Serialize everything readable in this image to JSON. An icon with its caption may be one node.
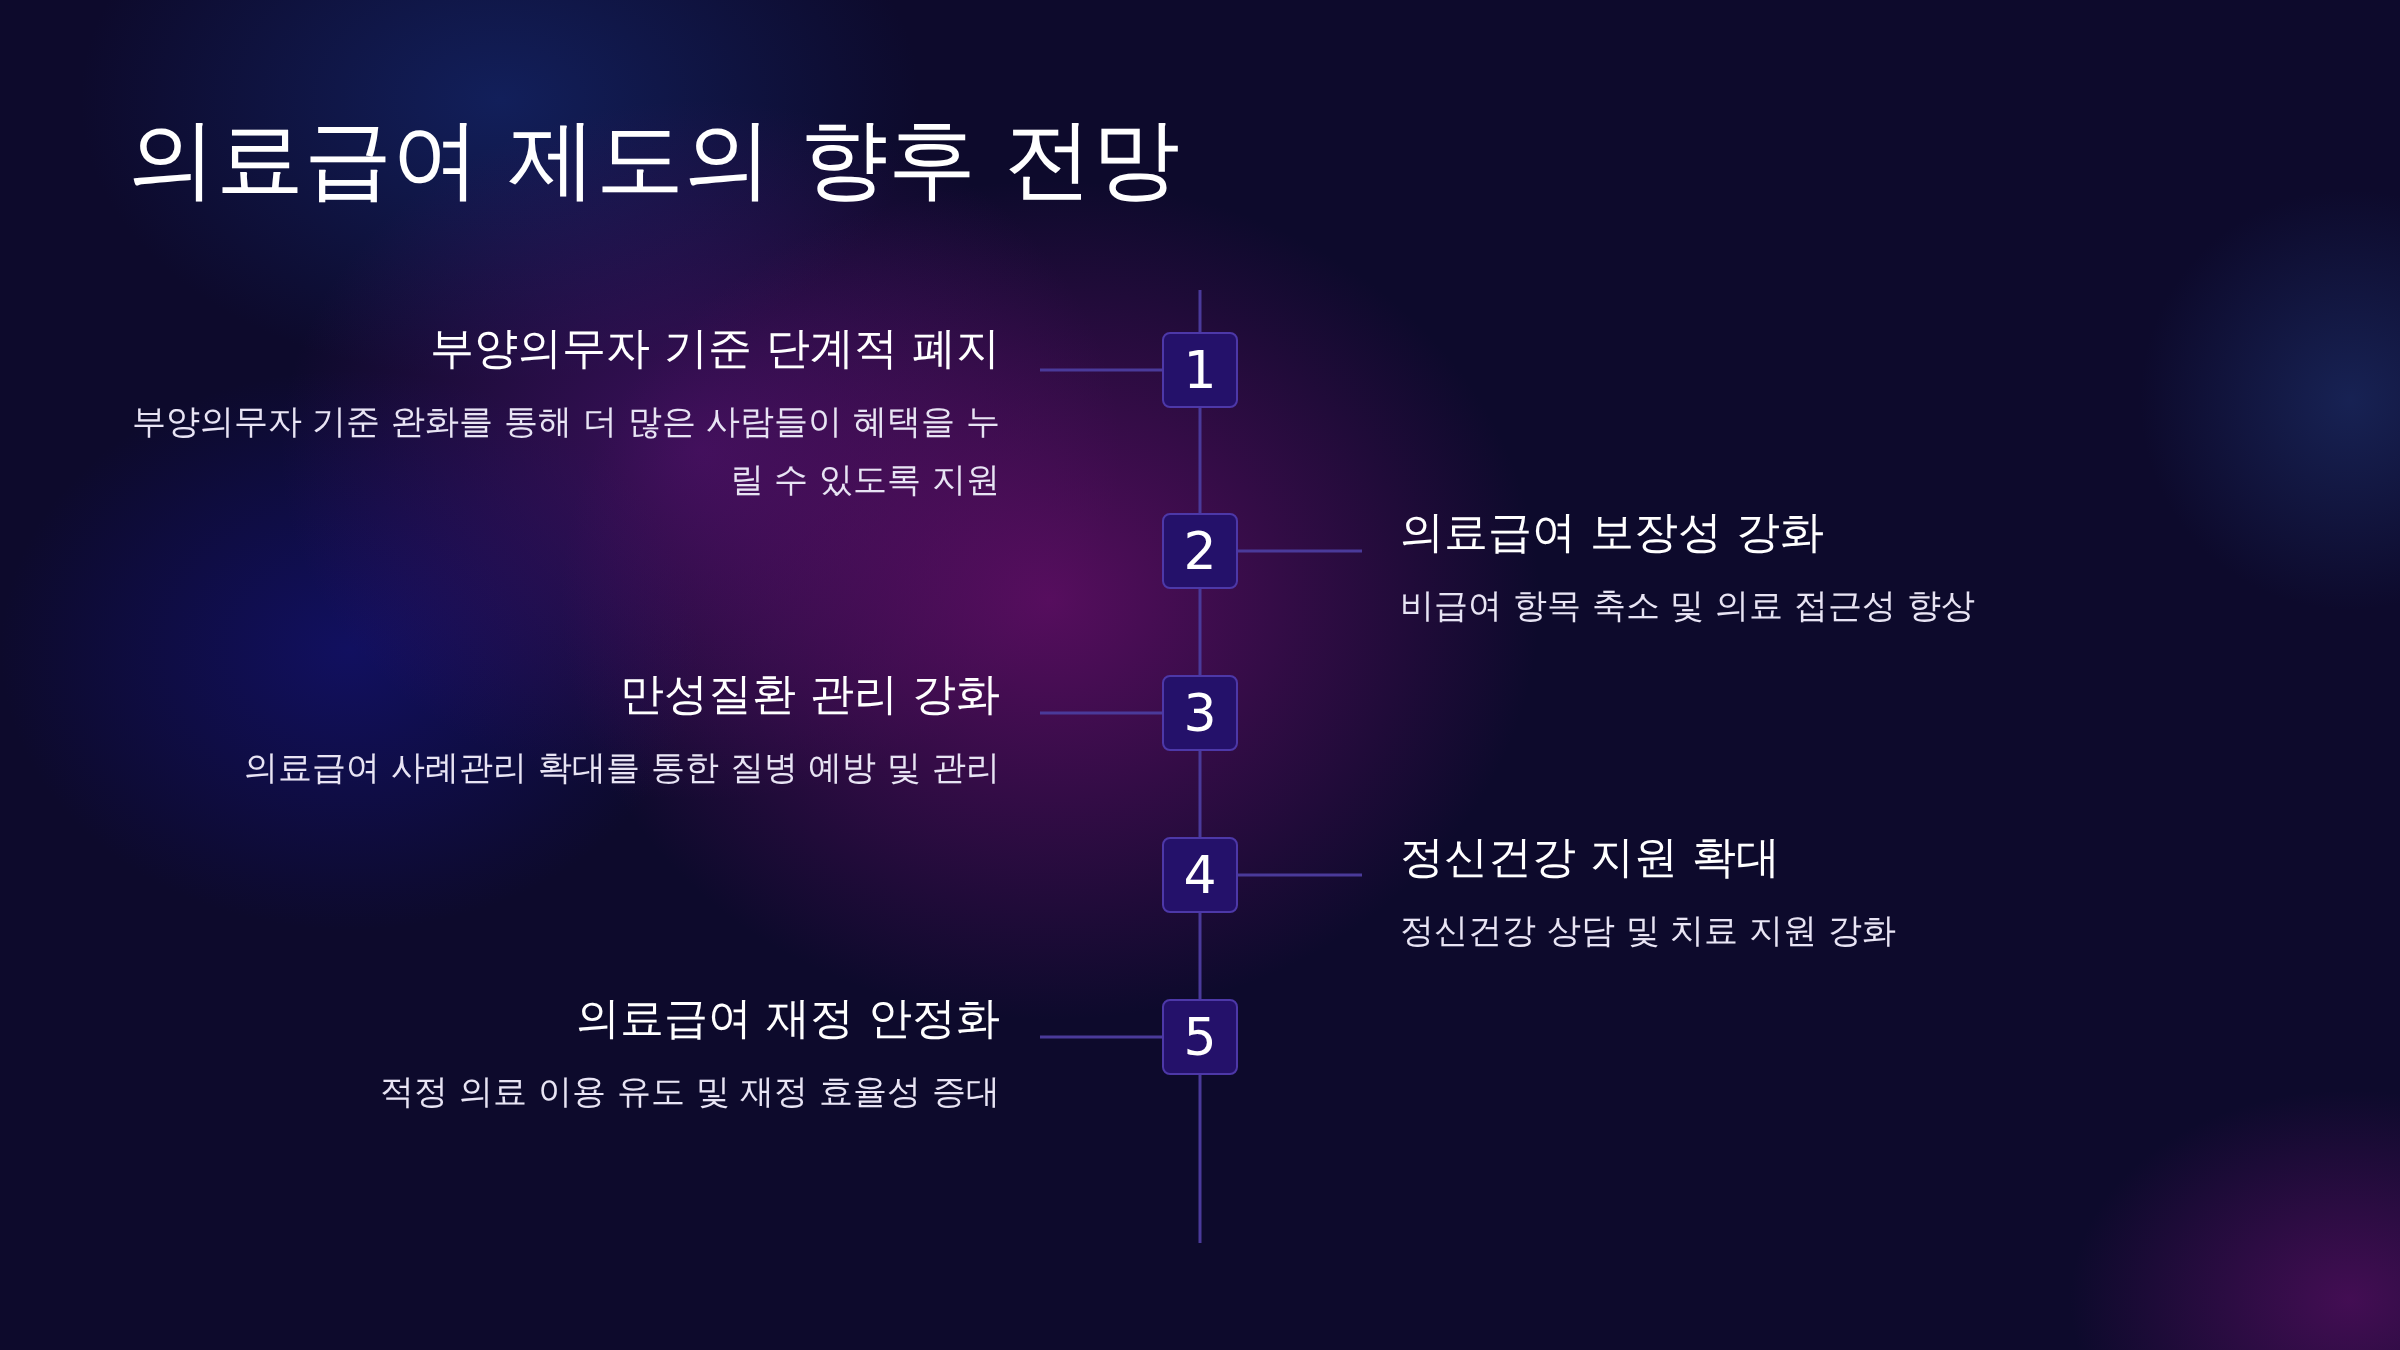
{
  "diagram": {
    "title": "의료급여 제도의 향후 전망",
    "nodes": [
      {
        "text": [
          "부양의무자 기준 단계적 폐지",
          "부양의무자 기준 완화를 통해 더 많은 사람들이 혜택을 누릴 수 있도록 지원"
        ]
      },
      {
        "text": [
          "1"
        ]
      },
      {
        "text": [
          "2"
        ]
      },
      {
        "text": [
          "의료급여 보장성 강화",
          "비급여 항목 축소 및 의료 접근성 향상"
        ]
      },
      {
        "text": [
          "만성질환 관리 강화",
          "의료급여 사례관리 확대를 통한 질병 예방 및 관리"
        ]
      },
      {
        "text": [
          "3"
        ]
      },
      {
        "text": [
          "4"
        ]
      },
      {
        "text": [
          "정신건강 지원 확대",
          "정신건강 상담 및 치료 지원 강화"
        ]
      },
      {
        "text": [
          "의료급여 재정 안정화",
          "적정 의료 이용 유도 및 재정 효율성 증대"
        ]
      },
      {
        "text": [
          "5"
        ]
      }
    ],
    "edges": [
      {
        "from": null,
        "to": 1,
        "arrow": "none"
      },
      {
        "from": 1,
        "to": 2,
        "arrow": "none"
      },
      {
        "from": 2,
        "to": 5,
        "arrow": "none"
      },
      {
        "from": 5,
        "to": 6,
        "arrow": "none"
      },
      {
        "from": 6,
        "to": 9,
        "arrow": "none"
      },
      {
        "from": 9,
        "to": null,
        "arrow": "none"
      },
      {
        "from": 0,
        "to": 1,
        "arrow": "none"
      },
      {
        "from": 2,
        "to": 3,
        "arrow": "none"
      },
      {
        "from": 4,
        "to": 5,
        "arrow": "none"
      },
      {
        "from": 6,
        "to": 7,
        "arrow": "none"
      },
      {
        "from": 8,
        "to": 9,
        "arrow": "none"
      }
    ]
  }
}
